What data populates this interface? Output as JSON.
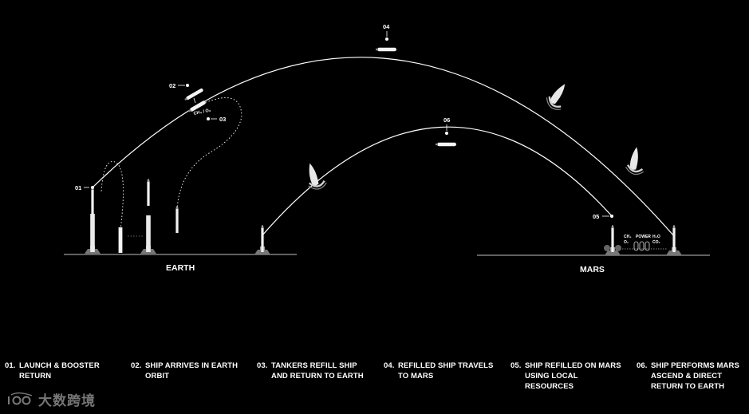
{
  "locations": {
    "earth": "EARTH",
    "mars": "MARS"
  },
  "markers": [
    "01",
    "02",
    "03",
    "04",
    "05",
    "06"
  ],
  "chem": {
    "propellant": "CH₄ / O₂",
    "power": "POWER",
    "ch4": "CH₄",
    "o2": "O₂",
    "h2o": "H₂O",
    "co2": "CO₂"
  },
  "steps": [
    {
      "num": "01.",
      "text": "LAUNCH & BOOSTER RETURN"
    },
    {
      "num": "02.",
      "text": "SHIP ARRIVES IN EARTH ORBIT"
    },
    {
      "num": "03.",
      "text": "TANKERS REFILL SHIP AND RETURN TO EARTH"
    },
    {
      "num": "04.",
      "text": "REFILLED SHIP TRAVELS TO MARS"
    },
    {
      "num": "05.",
      "text": "SHIP REFILLED ON MARS USING LOCAL RESOURCES"
    },
    {
      "num": "06.",
      "text": "SHIP PERFORMS MARS ASCEND & DIRECT RETURN TO EARTH"
    }
  ],
  "watermark": {
    "text": "大数跨境",
    "logo": "Ido-logo-icon"
  },
  "colors": {
    "background": "#000000",
    "line": "#ffffff",
    "ground": "#bfbfbf"
  }
}
